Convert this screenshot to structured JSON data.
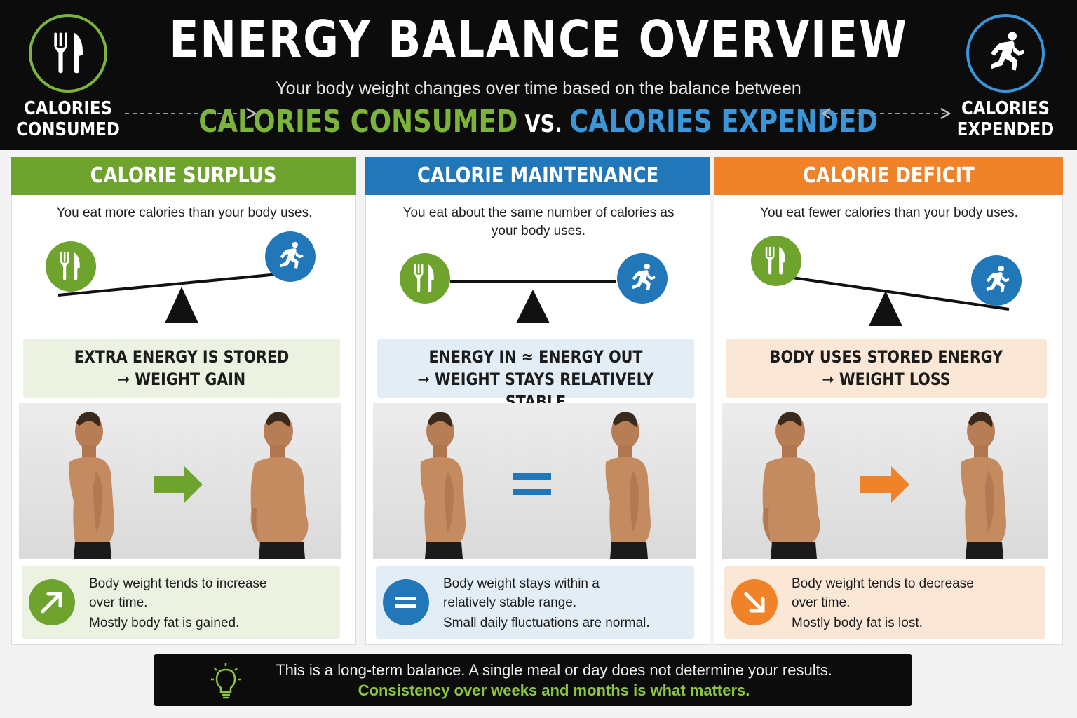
{
  "header": {
    "title": "ENERGY BALANCE OVERVIEW",
    "subtitle": "Your body weight changes over time based on the balance between",
    "consumed": "CALORIES CONSUMED",
    "vs": "VS.",
    "expended": "CALORIES EXPENDED",
    "left_label_1": "CALORIES",
    "left_label_2": "CONSUMED",
    "right_label_1": "CALORIES",
    "right_label_2": "EXPENDED",
    "left_icon": "fork-knife-icon",
    "right_icon": "running-person-icon"
  },
  "colors": {
    "green": "#6ea32e",
    "blue": "#2277b8",
    "orange": "#f0822a",
    "header_bg": "#0c0c0c"
  },
  "panels": [
    {
      "title": "CALORIE SURPLUS",
      "description": "You eat more calories than your body uses.",
      "result_line_1": "EXTRA ENERGY IS STORED",
      "result_line_2": "➞ WEIGHT GAIN",
      "photo_symbol": "right-arrow-icon",
      "note_icon": "arrow-up-right-icon",
      "note_line_1": "Body weight tends to increase",
      "note_line_2": "over time.",
      "note_line_3": "Mostly body fat is gained."
    },
    {
      "title": "CALORIE MAINTENANCE",
      "description": "You eat about the same number of calories as your body uses.",
      "result_line_1": "ENERGY IN ≈ ENERGY OUT",
      "result_line_2": "➞ WEIGHT STAYS RELATIVELY STABLE",
      "photo_symbol": "equals-icon",
      "note_icon": "equals-icon",
      "note_line_1": "Body weight stays within a",
      "note_line_2": "relatively stable range.",
      "note_line_3": "Small daily fluctuations are normal."
    },
    {
      "title": "CALORIE DEFICIT",
      "description": "You eat fewer calories than your body uses.",
      "result_line_1": "BODY USES STORED ENERGY",
      "result_line_2": "➞ WEIGHT LOSS",
      "photo_symbol": "right-arrow-icon",
      "note_icon": "arrow-down-right-icon",
      "note_line_1": "Body weight tends to decrease",
      "note_line_2": "over time.",
      "note_line_3": "Mostly body fat is lost."
    }
  ],
  "footer": {
    "line_1": "This is a long-term balance. A single meal or day does not determine your results.",
    "line_2": "Consistency over weeks and months is what matters.",
    "icon": "lightbulb-icon"
  }
}
